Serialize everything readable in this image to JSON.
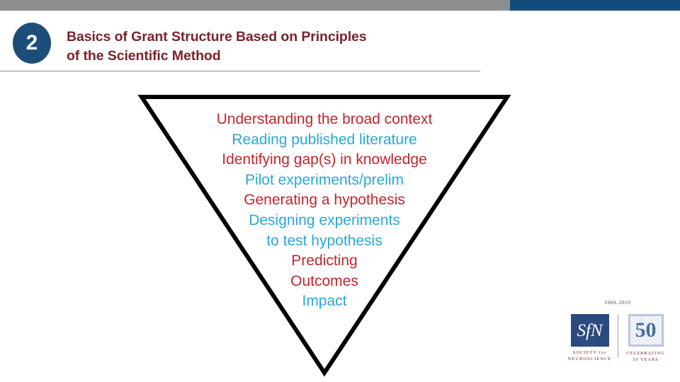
{
  "slide": {
    "topbar": {
      "gray_color": "#8c8e90",
      "blue_color": "#134b7a"
    },
    "header": {
      "badge_number": "2",
      "badge_color": "#1d4e79",
      "title_color": "#7b232b",
      "title_lines": [
        "Basics of Grant Structure Based on Principles",
        "of the Scientific Method"
      ]
    },
    "figure": {
      "shape": "inverted-triangle",
      "stroke_color": "#000000",
      "red_color": "#c1272d",
      "cyan_color": "#29a8d8",
      "lines": [
        {
          "text": "Understanding the broad context",
          "color": "red"
        },
        {
          "text": "Reading published literature",
          "color": "cyan"
        },
        {
          "text": "Identifying gap(s) in knowledge",
          "color": "red"
        },
        {
          "text": "Pilot experiments/prelim",
          "color": "cyan"
        },
        {
          "text": "Generating a hypothesis",
          "color": "red"
        },
        {
          "text": "Designing experiments",
          "color": "cyan"
        },
        {
          "text": "to test hypothesis",
          "color": "cyan"
        },
        {
          "text": "Predicting",
          "color": "red"
        },
        {
          "text": "Outcomes",
          "color": "red"
        },
        {
          "text": "Impact",
          "color": "cyan"
        }
      ]
    },
    "logo": {
      "years_range": "1969–2019",
      "sfn_mark": "SfN",
      "sfn_line1": "SOCIETY for",
      "sfn_line2": "NEUROSCIENCE",
      "fifty_mark": "50",
      "fifty_line1": "CELEBRATING",
      "fifty_line2": "50 YEARS",
      "navy": "#2b4a7d",
      "maroon": "#7b232b"
    }
  }
}
